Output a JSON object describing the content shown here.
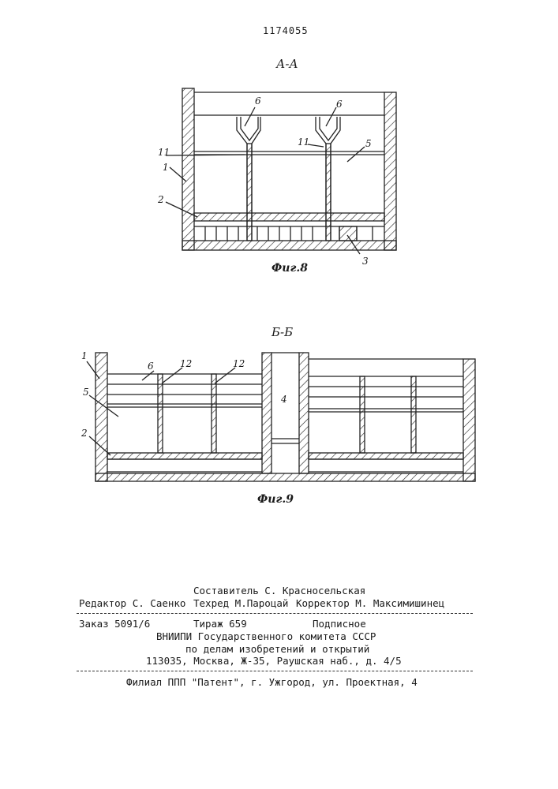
{
  "document": {
    "patent_number": "1174055"
  },
  "figure8": {
    "section_label": "А-А",
    "caption": "Фиг.8",
    "labels": [
      "6",
      "6",
      "11",
      "11",
      "1",
      "5",
      "2",
      "3"
    ]
  },
  "figure9": {
    "section_label": "Б-Б",
    "caption": "Фиг.9",
    "labels": [
      "1",
      "6",
      "12",
      "12",
      "4",
      "5",
      "2"
    ]
  },
  "imprint": {
    "compiler": "Составитель С. Красносельская",
    "editor": "Редактор С. Саенко",
    "techred": "Техред М.Пароцай",
    "corrector": "Корректор М. Максимишинец",
    "order": "Заказ 5091/6",
    "print_run": "Тираж 659",
    "subscription": "Подписное",
    "org_line1": "ВНИИПИ Государственного комитета СССР",
    "org_line2": "по делам изобретений и открытий",
    "address": "113035, Москва, Ж-35, Раушская наб., д. 4/5",
    "branch": "Филиал ППП \"Патент\", г. Ужгород, ул. Проектная, 4"
  }
}
